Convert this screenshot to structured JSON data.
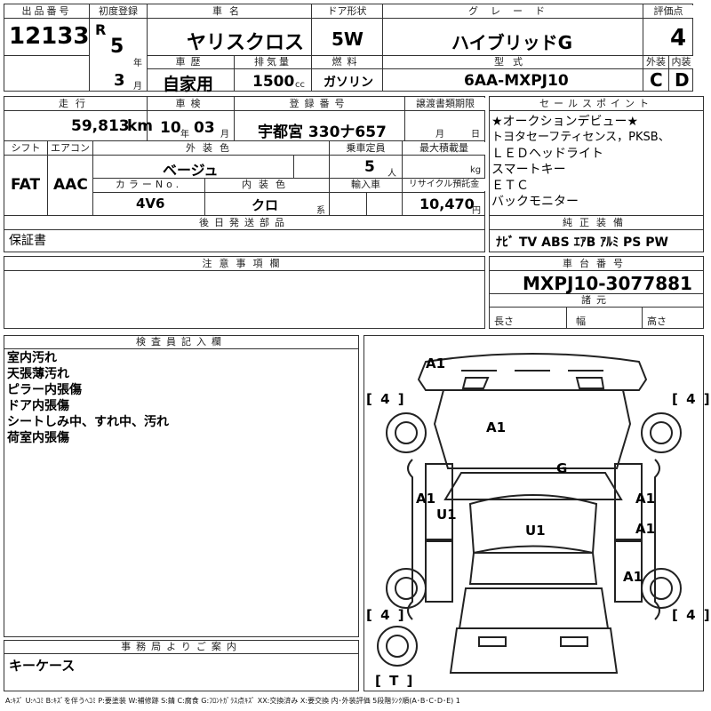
{
  "header": {
    "lot_label": "出品番号",
    "lot_number": "12133",
    "first_reg_label": "初度登録",
    "era": "R",
    "year": "5",
    "year_unit": "年",
    "month": "3",
    "month_unit": "月",
    "car_name_label": "車名",
    "car_name": "ヤリスクロス",
    "door_label": "ドア形状",
    "door": "5W",
    "grade_label": "グレード",
    "grade": "ハイブリッドG",
    "score_label": "評価点",
    "score": "4",
    "history_label": "車歴",
    "history": "自家用",
    "displacement_label": "排気量",
    "displacement": "1500",
    "displacement_unit": "cc",
    "fuel_label": "燃料",
    "fuel": "ガソリン",
    "model_label": "型式",
    "model": "6AA-MXPJ10",
    "exterior_label": "外装",
    "exterior": "C",
    "interior_label": "内装",
    "interior": "D"
  },
  "row2": {
    "mileage_label": "走行",
    "mileage": "59,813",
    "mileage_unit": "km",
    "inspection_label": "車検",
    "insp_year": "10",
    "insp_year_unit": "年",
    "insp_month": "03",
    "insp_month_unit": "月",
    "plate_label": "登録番号",
    "plate": "宇都宮 330ナ657",
    "transfer_label": "譲渡書類期限",
    "transfer_month_unit": "月",
    "transfer_day_unit": "日",
    "sales_label": "セールスポイント",
    "sales_points": [
      "★オークションデビュー★",
      "トヨタセーフティセンス，PKSB、",
      "ＬＥＤヘッドライト",
      "スマートキー",
      "ＥＴＣ",
      "バックモニター"
    ],
    "shift_label": "シフト",
    "shift": "FAT",
    "ac_label": "エアコン",
    "ac": "AAC",
    "ext_color_label": "外装色",
    "ext_color": "ベージュ",
    "capacity_label": "乗車定員",
    "capacity": "5",
    "capacity_unit": "人",
    "load_label": "最大積載量",
    "load_unit": "kg",
    "color_no_label": "カラーNo.",
    "color_no": "4V6",
    "int_color_label": "内装色",
    "int_color": "クロ",
    "int_color_unit": "系",
    "import_label": "輸入車",
    "recycle_label": "リサイクル預託金",
    "recycle": "10,470",
    "recycle_unit": "円",
    "later_label": "後日発送部品",
    "later": "保証書",
    "equip_label": "純正装備",
    "equip": "ﾅﾋﾞ TV ABS ｴｱB ｱﾙﾐ PS PW"
  },
  "notes": {
    "label": "注意事項欄",
    "text": ""
  },
  "chassis": {
    "label": "車台番号",
    "number": "MXPJ10-3077881",
    "spec_label": "諸元",
    "length_label": "長さ",
    "width_label": "幅",
    "height_label": "高さ"
  },
  "inspector": {
    "label": "検査員記入欄",
    "lines": [
      "室内汚れ",
      "天張薄汚れ",
      "ピラー内張傷",
      "ドア内張傷",
      "シートしみ中、すれ中、汚れ",
      "荷室内張傷"
    ]
  },
  "office": {
    "label": "事務局よりご案内",
    "text": "キーケース"
  },
  "diagram": {
    "tire_fl": "[ 4 ]",
    "tire_fr": "[ 4 ]",
    "tire_rl": "[ 4 ]",
    "tire_rr": "[ 4 ]",
    "spare": "[ T ]",
    "marks": {
      "top_roof": "A1",
      "hood": "A1",
      "windshield": "G",
      "left_front": "A1",
      "left_door": "U1",
      "right_front": "A1",
      "right_door": "A1",
      "right_rear": "A1",
      "roof": "U1"
    }
  },
  "legend": "A:ｷｽﾞ U:ﾍｺﾐ B:ｷｽﾞを伴うﾍｺﾐ P:要塗装 W:補修跡 S:錆 C:腐食 G:ﾌﾛﾝﾄｶﾞﾗｽ点ｷｽﾞ XX:交換済み X:要交換 内･外装評価 5段階ﾗﾝｸ順(A･B･C･D･E) 1"
}
